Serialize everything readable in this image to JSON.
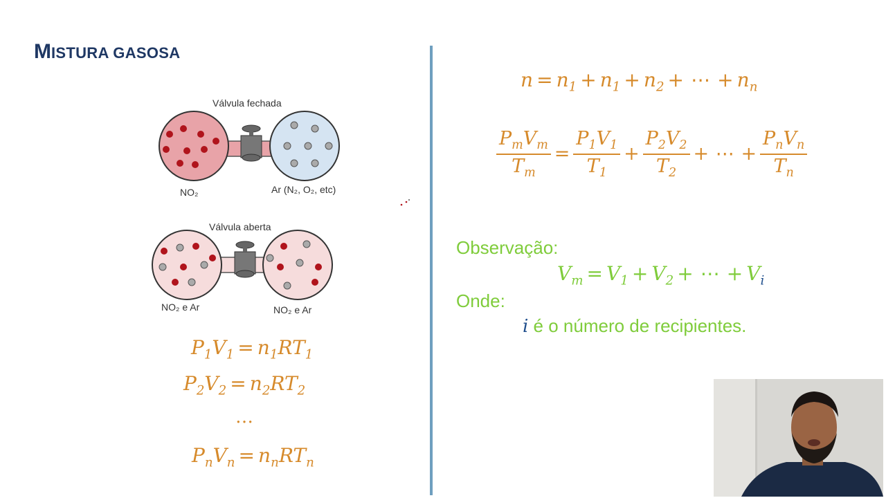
{
  "slide": {
    "title_first": "M",
    "title_rest": "istura gasosa"
  },
  "diagram_closed": {
    "label": "Válvula fechada",
    "left_gas": "NO₂",
    "right_gas": "Ar (N₂, O₂, etc)"
  },
  "diagram_open": {
    "label": "Válvula aberta",
    "left_gas": "NO₂ e Ar",
    "right_gas": "NO₂ e Ar"
  },
  "equations_left": {
    "eq1": {
      "a": "P",
      "a_sub": "1",
      "b": "V",
      "b_sub": "1",
      "c": "n",
      "c_sub": "1",
      "d": "RT",
      "d_sub": "1"
    },
    "eq2": {
      "a": "P",
      "a_sub": "2",
      "b": "V",
      "b_sub": "2",
      "c": "n",
      "c_sub": "2",
      "d": "RT",
      "d_sub": "2"
    },
    "dots": "…",
    "eqn": {
      "a": "P",
      "a_sub": "n",
      "b": "V",
      "b_sub": "n",
      "c": "n",
      "c_sub": "n",
      "d": "RT",
      "d_sub": "n"
    }
  },
  "equations_right": {
    "sum_n": {
      "lhs": "n",
      "t1": "n",
      "t1_sub": "1",
      "t2": "n",
      "t2_sub": "1",
      "t3": "n",
      "t3_sub": "2",
      "dots": "⋯",
      "t4": "n",
      "t4_sub": "n"
    },
    "combined": {
      "lhs_num": "P",
      "lhs_num_sub": "m",
      "lhs_num2": "V",
      "lhs_num2_sub": "m",
      "lhs_den": "T",
      "lhs_den_sub": "m",
      "f1_num": "P",
      "f1_num_sub": "1",
      "f1_num2": "V",
      "f1_num2_sub": "1",
      "f1_den": "T",
      "f1_den_sub": "1",
      "f2_num": "P",
      "f2_num_sub": "2",
      "f2_num2": "V",
      "f2_num2_sub": "2",
      "f2_den": "T",
      "f2_den_sub": "2",
      "dots": "⋯",
      "fn_num": "P",
      "fn_num_sub": "n",
      "fn_num2": "V",
      "fn_num2_sub": "n",
      "fn_den": "T",
      "fn_den_sub": "n"
    }
  },
  "observation": {
    "label": "Observação:",
    "eq": {
      "lhs": "V",
      "lhs_sub": "m",
      "t1": "V",
      "t1_sub": "1",
      "t2": "V",
      "t2_sub": "2",
      "dots": "⋯",
      "t3": "V",
      "t3_sub": "i"
    },
    "where_label": "Onde:",
    "i_var": "i",
    "i_text": " é o número de recipientes."
  },
  "colors": {
    "title": "#1f3864",
    "divider": "#6f9fbf",
    "equation": "#d68a2b",
    "note": "#7fcc3b",
    "variable_i": "#1f4e8c",
    "flask_closed_left": "#e8a3a8",
    "flask_closed_right": "#d5e4f2",
    "flask_open": "#f6dcdc"
  },
  "webcam": {
    "icon": "presenter-video-icon"
  }
}
